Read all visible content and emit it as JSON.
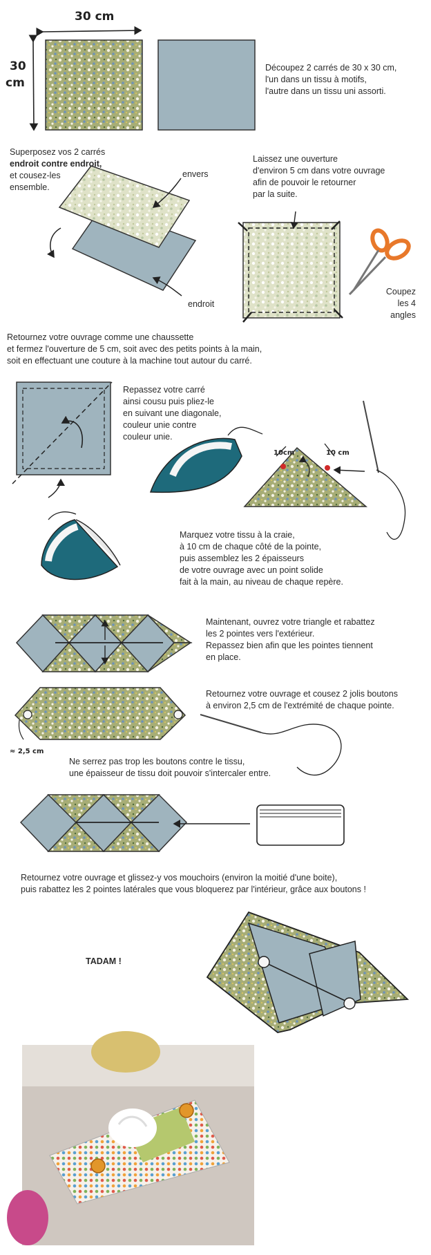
{
  "steps": {
    "s1": "Découpez 2 carrés de 30 x 30 cm,\nl'un dans un tissu à motifs,\nl'autre dans un tissu uni assorti.",
    "s2a": "Superposez vos 2 carrés",
    "s2b": "endroit contre endroit,",
    "s2c": "et cousez-les\nensemble.",
    "envers": "envers",
    "endroit": "endroit",
    "s3": "Laissez une ouverture\nd'environ 5 cm dans votre ouvrage\nafin de pouvoir le retourner\npar la suite.",
    "coupez": "Coupez\nles 4\nangles",
    "s4": "Retournez votre ouvrage comme une chaussette\net fermez l'ouverture de 5 cm, soit avec des petits points à la main,\nsoit en effectuant une couture à la machine tout autour du carré.",
    "s5": "Repassez votre carré\nainsi cousu puis pliez-le\nen suivant une diagonale,\ncouleur unie contre\ncouleur unie.",
    "s6": "Marquez votre tissu à la craie,\nà 10 cm de chaque côté de la pointe,\npuis assemblez les 2 épaisseurs\nde votre ouvrage avec un point solide\nfait à la main, au niveau de chaque repère.",
    "s7": "Maintenant, ouvrez votre triangle et rabattez\nles 2 pointes vers l'extérieur.\nRepassez bien afin que les pointes tiennent\nen place.",
    "s8": "Retournez votre ouvrage et cousez 2 jolis boutons\nà environ 2,5 cm de l'extrémité de chaque pointe.",
    "s9": "Ne serrez pas trop les boutons contre le tissu,\nune épaisseur de tissu doit pouvoir s'intercaler entre.",
    "s10": "Retournez votre ouvrage et glissez-y vos mouchoirs (environ la moitié d'une boite),\npuis rabattez les 2 pointes latérales que vous bloquerez par l'intérieur, grâce aux boutons !",
    "tadam": "TADAM !"
  },
  "handwritten": {
    "width": "30 cm",
    "height_num": "30",
    "height_unit": "cm",
    "mark_left": "10cm",
    "mark_right": "10 cm",
    "button_dist": "≈ 2,5 cm"
  },
  "colors": {
    "plain": "#9fb4be",
    "pattern": "#a7ad76",
    "pattern_light": "#dfe2c8",
    "iron": "#1e6a7b",
    "scissors": "#e8782a"
  }
}
